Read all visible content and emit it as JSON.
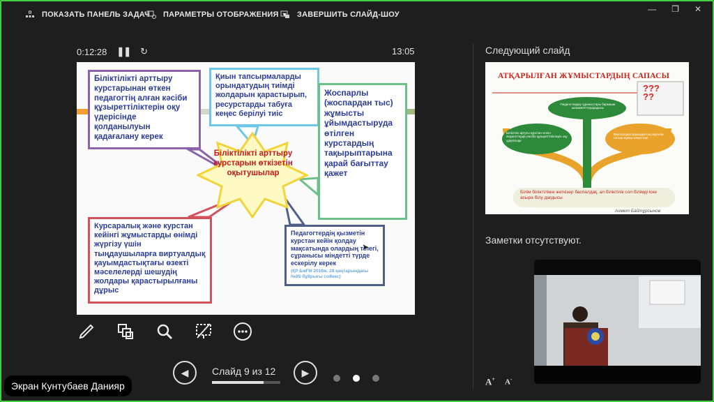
{
  "toolbar": {
    "taskbar_label": "ПОКАЗАТЬ ПАНЕЛЬ ЗАДАЧ",
    "display_settings_label": "ПАРАМЕТРЫ ОТОБРАЖЕНИЯ",
    "end_show_label": "ЗАВЕРШИТЬ СЛАЙД-ШОУ"
  },
  "presenter": {
    "elapsed_time": "0:12:28",
    "clock": "13:05",
    "next_slide_label": "Следующий слайд",
    "notes_text": "Заметки отсутствуют.",
    "slide_counter": "Слайд 9 из 12",
    "progress": 0.75,
    "screen_label": "Экран Кунтубаев Данияр"
  },
  "slide": {
    "box1": "Біліктілікті арттыру курстарынан өткен педагогтің алған кәсіби құзыреттіліктерін оқу үдерісінде қолданылуын қадағалану керек",
    "box2": "Қиын тапсырмаларды орындатудың тиімді жолдарын қарастырып, ресурстарды табуға кеңес берілуі тиіс",
    "box3": "Жоспарлы (жоспардан тыс) жұмысты ұйымдастыруда өтілген курстардың тақырыптарына қарай бағыттау қажет",
    "box4": "Курсаралық және курстан кейінгі жұмыстарды өнімді жүргізу үшін тыңдаушыларға виртуалдық қауымдастықтағы өзекті мәселелерді шешудің жолдары қарастырылғаны дұрыс",
    "box5": "Педагогтердің қызметін курстан кейін қолдау мақсатында олардың тілегі, сұранысы міндетті түрде ескерілу керек",
    "box5_note": "(ҚР БжҒМ 2016ж. 28 қаңтарындағы №95 бұйрығы сойкес)",
    "center": "Біліктілікті арттыру курстарын өткізетін оқытушылар"
  },
  "next_slide": {
    "title": "АТҚАРЫЛҒАН ЖҰМЫСТАРДЫҢ САПАСЫ",
    "top_leaf": "Педагогтердің сұраныстары бармаша шешмегеттерарадасы",
    "left_leaf": "Біліктілік артуғы курстан өткен педагогтердің кәсіби құзыреттіліктерін оқу үдерісінде",
    "right_leaf": "Виртуалдық қауымдастық мұғалім ғалым жұмыс кеңестері",
    "quote": "Білім біліктілікке жеткізер баспалдақ, ал біліктілік сол білімді іске асыра білу дағдысы",
    "author": "Ахмет Байтұрсынов"
  },
  "colors": {
    "frame": "#3fd13f",
    "slide_text": "#2b3d9a",
    "accent_red": "#c8191e"
  }
}
